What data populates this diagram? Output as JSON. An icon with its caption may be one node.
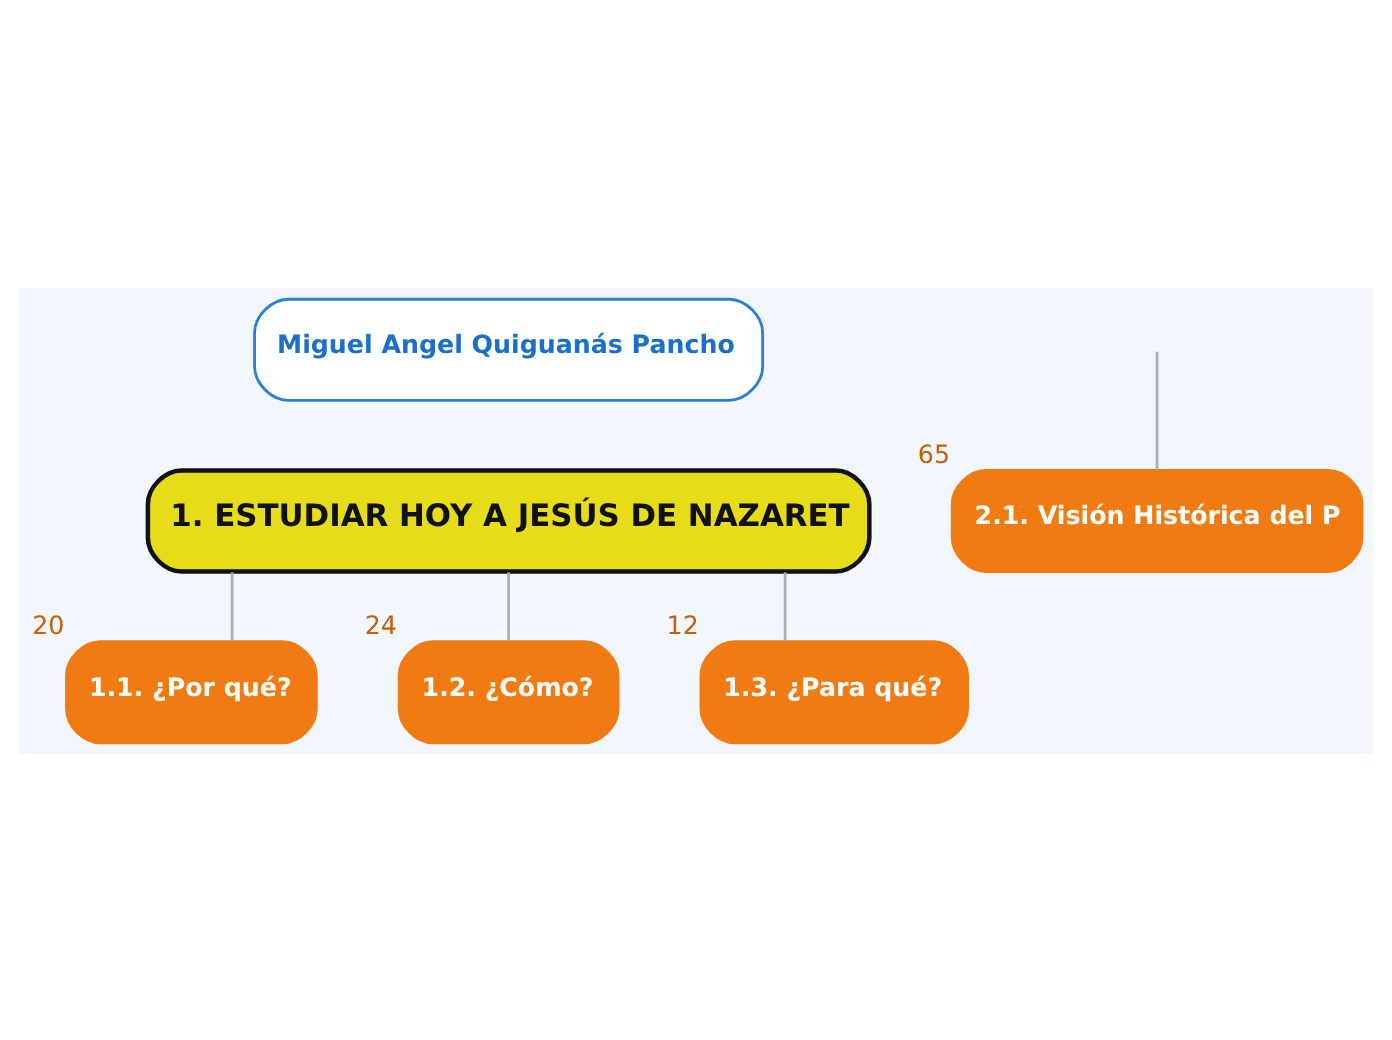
{
  "diagram": {
    "nodes": [
      {
        "text": [
          "Miguel Angel Quiguanás Pancho"
        ]
      },
      {
        "text": [
          "1. ESTUDIAR HOY A JESÚS DE NAZARET"
        ]
      },
      {
        "text": [
          "1.1. ¿Por qué?"
        ],
        "beside": [
          "20"
        ]
      },
      {
        "text": [
          "1.2. ¿Cómo?"
        ],
        "beside": [
          "24"
        ]
      },
      {
        "text": [
          "1.3. ¿Para qué?"
        ],
        "beside": [
          "12"
        ]
      },
      {
        "text": [
          "2.1. Visión Histórica del P"
        ],
        "beside": [
          "65"
        ]
      }
    ],
    "edges": [
      {
        "from": 1,
        "to": 2,
        "arrow": "none"
      },
      {
        "from": 1,
        "to": 3,
        "arrow": "none"
      },
      {
        "from": 1,
        "to": 4,
        "arrow": "none"
      },
      {
        "from": null,
        "to": 5,
        "arrow": "none"
      }
    ]
  }
}
